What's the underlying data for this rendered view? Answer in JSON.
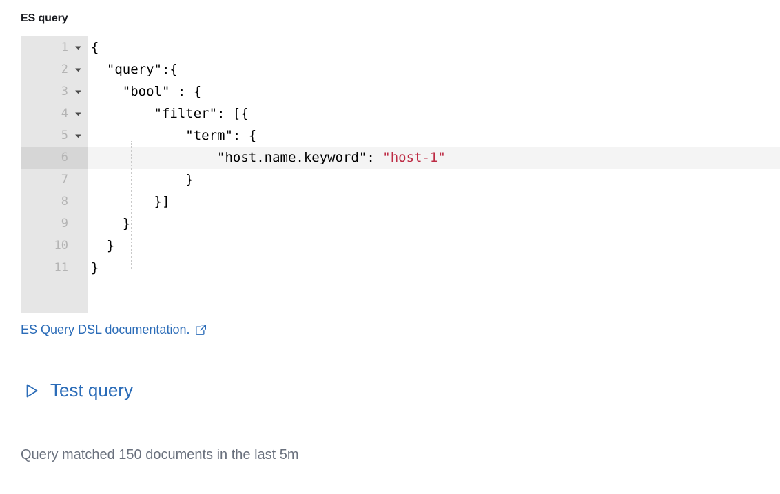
{
  "form": {
    "field_label": "ES query"
  },
  "editor": {
    "language": "json",
    "active_line": 6,
    "string_color": "#bd2b44",
    "gutter_color": "#e6e6e6",
    "active_line_color": "#f4f4f4",
    "lines": [
      {
        "num": "1",
        "foldable": true,
        "indent": 0,
        "code": "{"
      },
      {
        "num": "2",
        "foldable": true,
        "indent": 2,
        "code": "\"query\":{"
      },
      {
        "num": "3",
        "foldable": true,
        "indent": 4,
        "code": "\"bool\" : {"
      },
      {
        "num": "4",
        "foldable": true,
        "indent": 8,
        "code": "\"filter\": [{"
      },
      {
        "num": "5",
        "foldable": true,
        "indent": 12,
        "code": "\"term\": {"
      },
      {
        "num": "6",
        "foldable": false,
        "indent": 16,
        "code": "\"host.name.keyword\": ",
        "string": "\"host-1\""
      },
      {
        "num": "7",
        "foldable": false,
        "indent": 12,
        "code": "}"
      },
      {
        "num": "8",
        "foldable": false,
        "indent": 8,
        "code": "}]"
      },
      {
        "num": "9",
        "foldable": false,
        "indent": 4,
        "code": "}"
      },
      {
        "num": "10",
        "foldable": false,
        "indent": 2,
        "code": "}"
      },
      {
        "num": "11",
        "foldable": false,
        "indent": 0,
        "code": "}"
      }
    ]
  },
  "doc_link": {
    "label": "ES Query DSL documentation.",
    "icon": "external-link-icon",
    "color": "#2b6cb8"
  },
  "test_button": {
    "label": "Test query",
    "icon": "play-icon",
    "color": "#2b6cb8"
  },
  "status": {
    "text": "Query matched 150 documents in the last 5m"
  }
}
